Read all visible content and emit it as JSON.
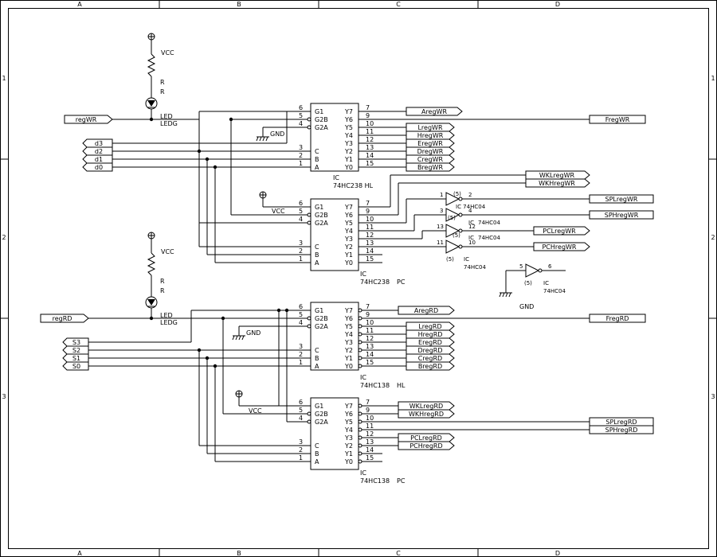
{
  "frame": {
    "columns": [
      "A",
      "B",
      "C",
      "D"
    ],
    "rows": [
      "1",
      "2",
      "3"
    ]
  },
  "inputs": {
    "regWR": "regWR",
    "regRD": "regRD",
    "d3": "d3",
    "d2": "d2",
    "d1": "d1",
    "d0": "d0",
    "S3": "S3",
    "S2": "S2",
    "S1": "S1",
    "S0": "S0"
  },
  "power": {
    "vcc": "VCC",
    "gnd": "GND"
  },
  "led_parts": {
    "r": "R",
    "led": "LED",
    "ledg": "LEDG"
  },
  "ic_text": {
    "ic": "IC",
    "part_238": "74HC238",
    "part_138": "74HC138",
    "part_04": "74HC04",
    "ref_hl": "HL",
    "ref_pc": "PC",
    "ic1_caption": "74HC238 HL",
    "ic_not2_caption": "IC  74HC04",
    "ic_not3_caption": "74HC04",
    "unit_5": "(5)"
  },
  "pins": {
    "g1": "G1",
    "g2b": "G2B",
    "g2a": "G2A",
    "c": "C",
    "b": "B",
    "a": "A",
    "y7": "Y7",
    "y6": "Y6",
    "y5": "Y5",
    "y4": "Y4",
    "y3": "Y3",
    "y2": "Y2",
    "y1": "Y1",
    "y0": "Y0",
    "n1": "1",
    "n2": "2",
    "n3": "3",
    "n4": "4",
    "n5": "5",
    "n6": "6",
    "n7": "7",
    "n9": "9",
    "n10": "10",
    "n11": "11",
    "n12": "12",
    "n13": "13",
    "n14": "14",
    "n15": "15"
  },
  "outputs": {
    "AregWR": "AregWR",
    "FregWR": "FregWR",
    "LregWR": "LregWR",
    "HregWR": "HregWR",
    "EregWR": "EregWR",
    "DregWR": "DregWR",
    "CregWR": "CregWR",
    "BregWR": "BregWR",
    "WKLregWR": "WKLregWR",
    "WKHregWR": "WKHregWR",
    "SPLregWR": "SPLregWR",
    "SPHregWR": "SPHregWR",
    "PCLregWR": "PCLregWR",
    "PCHregWR": "PCHregWR",
    "AregRD": "AregRD",
    "FregRD": "FregRD",
    "LregRD": "LregRD",
    "HregRD": "HregRD",
    "EregRD": "EregRD",
    "DregRD": "DregRD",
    "CregRD": "CregRD",
    "BregRD": "BregRD",
    "WKLregRD": "WKLregRD",
    "WKHregRD": "WKHregRD",
    "SPLregRD": "SPLregRD",
    "SPHregRD": "SPHregRD",
    "PCLregRD": "PCLregRD",
    "PCHregRD": "PCHregRD"
  }
}
